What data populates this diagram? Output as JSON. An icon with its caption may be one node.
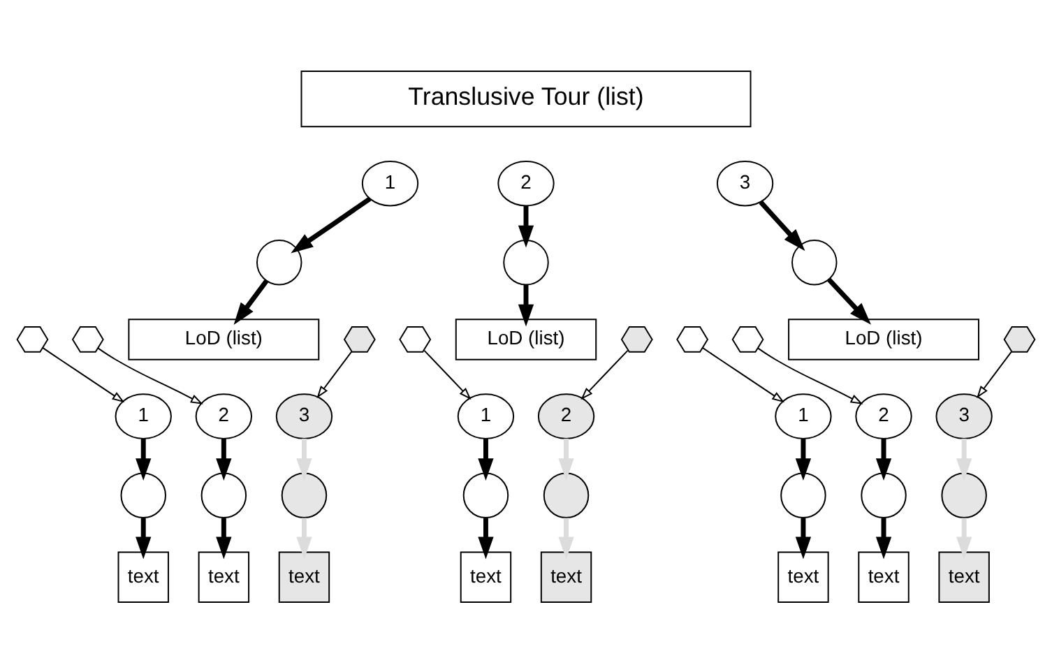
{
  "diagram": {
    "nodes": [
      {
        "text": [
          "Translusive Tour (list)"
        ]
      },
      {
        "text": [
          "1"
        ]
      },
      {
        "text": [
          "2"
        ]
      },
      {
        "text": [
          "3"
        ]
      },
      {
        "text": [],
        "shape": "circle"
      },
      {
        "text": [],
        "shape": "circle"
      },
      {
        "text": [],
        "shape": "circle"
      },
      {
        "text": [
          "LoD (list)"
        ]
      },
      {
        "text": [
          "LoD (list)"
        ]
      },
      {
        "text": [
          "LoD (list)"
        ]
      },
      {
        "text": [
          "1"
        ]
      },
      {
        "text": [
          "2"
        ]
      },
      {
        "text": [
          "3"
        ]
      },
      {
        "text": [],
        "shape": "hexagon"
      },
      {
        "text": [],
        "shape": "hexagon"
      },
      {
        "text": [],
        "shape": "hexagon"
      },
      {
        "text": [],
        "shape": "circle"
      },
      {
        "text": [],
        "shape": "circle"
      },
      {
        "text": [],
        "shape": "circle"
      },
      {
        "text": [
          "text"
        ]
      },
      {
        "text": [
          "text"
        ]
      },
      {
        "text": [
          "text"
        ]
      },
      {
        "text": [
          "1"
        ]
      },
      {
        "text": [
          "2"
        ]
      },
      {
        "text": [],
        "shape": "hexagon"
      },
      {
        "text": [],
        "shape": "hexagon"
      },
      {
        "text": [],
        "shape": "circle"
      },
      {
        "text": [],
        "shape": "circle"
      },
      {
        "text": [
          "text"
        ]
      },
      {
        "text": [
          "text"
        ]
      },
      {
        "text": [
          "1"
        ]
      },
      {
        "text": [
          "2"
        ]
      },
      {
        "text": [
          "3"
        ]
      },
      {
        "text": [],
        "shape": "hexagon"
      },
      {
        "text": [],
        "shape": "hexagon"
      },
      {
        "text": [],
        "shape": "hexagon"
      },
      {
        "text": [],
        "shape": "circle"
      },
      {
        "text": [],
        "shape": "circle"
      },
      {
        "text": [],
        "shape": "circle"
      },
      {
        "text": [
          "text"
        ]
      },
      {
        "text": [
          "text"
        ]
      },
      {
        "text": [
          "text"
        ]
      }
    ],
    "edges": [
      {
        "from": 1,
        "to": 4,
        "arrow": "to"
      },
      {
        "from": 4,
        "to": 7,
        "arrow": "to"
      },
      {
        "from": 2,
        "to": 5,
        "arrow": "to"
      },
      {
        "from": 5,
        "to": 8,
        "arrow": "to"
      },
      {
        "from": 3,
        "to": 6,
        "arrow": "to"
      },
      {
        "from": 6,
        "to": 9,
        "arrow": "to"
      },
      {
        "from": 13,
        "to": 10,
        "arrow": "to"
      },
      {
        "from": 10,
        "to": 16,
        "arrow": "to"
      },
      {
        "from": 16,
        "to": 19,
        "arrow": "to"
      },
      {
        "from": 14,
        "to": 11,
        "arrow": "to"
      },
      {
        "from": 11,
        "to": 17,
        "arrow": "to"
      },
      {
        "from": 17,
        "to": 20,
        "arrow": "to"
      },
      {
        "from": 15,
        "to": 12,
        "arrow": "to"
      },
      {
        "from": 12,
        "to": 18,
        "arrow": "to",
        "color": "#dcdcdc"
      },
      {
        "from": 18,
        "to": 21,
        "arrow": "to",
        "color": "#dcdcdc"
      },
      {
        "from": 24,
        "to": 22,
        "arrow": "to"
      },
      {
        "from": 22,
        "to": 26,
        "arrow": "to"
      },
      {
        "from": 26,
        "to": 28,
        "arrow": "to"
      },
      {
        "from": 25,
        "to": 23,
        "arrow": "to"
      },
      {
        "from": 23,
        "to": 27,
        "arrow": "to",
        "color": "#dcdcdc"
      },
      {
        "from": 27,
        "to": 29,
        "arrow": "to",
        "color": "#dcdcdc"
      },
      {
        "from": 33,
        "to": 30,
        "arrow": "to"
      },
      {
        "from": 30,
        "to": 36,
        "arrow": "to"
      },
      {
        "from": 36,
        "to": 39,
        "arrow": "to"
      },
      {
        "from": 34,
        "to": 31,
        "arrow": "to"
      },
      {
        "from": 31,
        "to": 37,
        "arrow": "to"
      },
      {
        "from": 37,
        "to": 40,
        "arrow": "to"
      },
      {
        "from": 35,
        "to": 32,
        "arrow": "to"
      },
      {
        "from": 32,
        "to": 38,
        "arrow": "to",
        "color": "#dcdcdc"
      },
      {
        "from": 38,
        "to": 41,
        "arrow": "to",
        "color": "#dcdcdc"
      }
    ]
  }
}
